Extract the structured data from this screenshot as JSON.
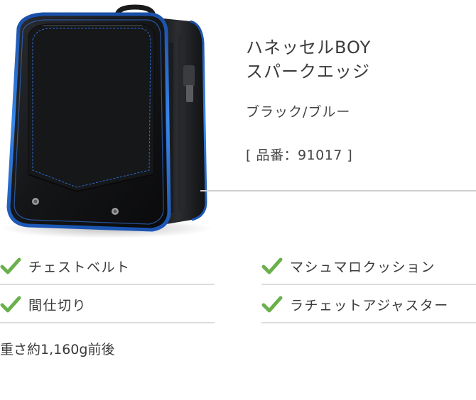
{
  "product": {
    "title_line1": "ハネッセルBOY",
    "title_line2": "スパークエッジ",
    "color": "ブラック/ブルー",
    "sku": "[ 品番：91017 ]",
    "image": "black-randoseru-backpack-blue-trim"
  },
  "features": [
    {
      "label": "チェストベルト",
      "icon": "check-icon"
    },
    {
      "label": "マシュマロクッション",
      "icon": "check-icon"
    },
    {
      "label": "間仕切り",
      "icon": "check-icon"
    },
    {
      "label": "ラチェットアジャスター",
      "icon": "check-icon"
    }
  ],
  "weight": "重さ約1,160g前後",
  "colors": {
    "check": "#6ab04c",
    "text": "#3a3a3a",
    "divider": "#dcdcdc",
    "trim": "#1e63c8"
  }
}
